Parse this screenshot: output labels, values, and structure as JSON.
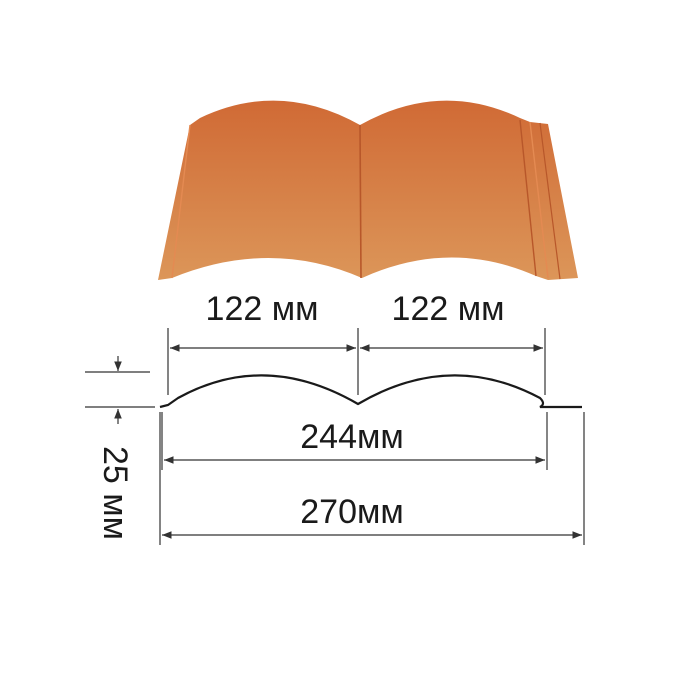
{
  "diagram": {
    "colors": {
      "panel_top": "#d06a35",
      "panel_bottom": "#dc9659",
      "panel_edge": "#b8572a",
      "line": "#333333",
      "text": "#1a1a1a"
    },
    "dimensions": {
      "wave_left": "122 мм",
      "wave_right": "122 мм",
      "effective_width": "244мм",
      "total_width": "270мм",
      "height": "25 мм"
    }
  }
}
